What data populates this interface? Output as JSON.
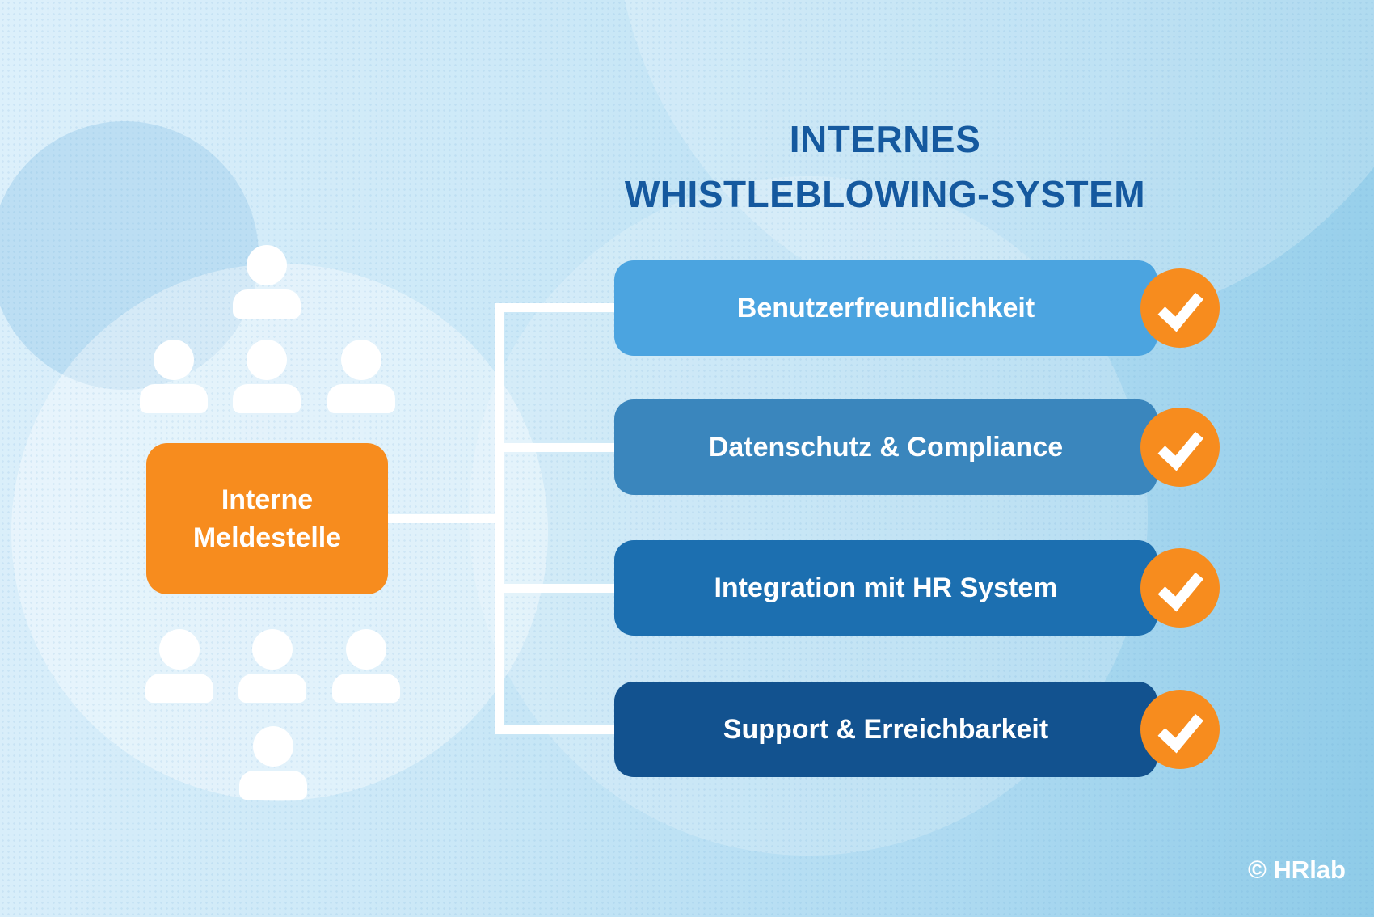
{
  "title": {
    "line1": "INTERNES",
    "line2": "WHISTLEBLOWING-SYSTEM"
  },
  "source_node": {
    "line1": "Interne",
    "line2": "Meldestelle"
  },
  "items": [
    {
      "label": "Benutzerfreundlichkeit",
      "color": "#4ba4e0",
      "checked": true
    },
    {
      "label": "Datenschutz & Compliance",
      "color": "#3a86bd",
      "checked": true
    },
    {
      "label": "Integration mit HR System",
      "color": "#1c6fb0",
      "checked": true
    },
    {
      "label": "Support & Erreichbarkeit",
      "color": "#12528f",
      "checked": true
    }
  ],
  "credit": "© HRlab",
  "colors": {
    "accent_orange": "#f78c1e",
    "title_blue": "#15599f",
    "connector_white": "#ffffff",
    "background_light": "#ddf0fb",
    "background_deep": "#8ecbe8"
  }
}
